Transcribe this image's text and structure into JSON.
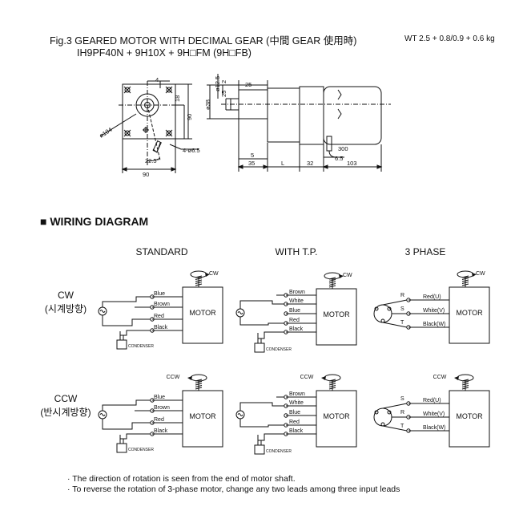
{
  "header": {
    "title": "Fig.3 GEARED MOTOR WITH DECIMAL GEAR (中間 GEAR 使用時)",
    "subtitle": "IH9PF40N + 9H10X + 9H□FM (9H□FB)",
    "weight": "WT 2.5 + 0.8/0.9 + 0.6 kg"
  },
  "drawing_dims": {
    "d4": "4",
    "d90v": "90",
    "d18": "18",
    "d104": "ø104",
    "d65": "4-ø6.5",
    "ang": "22.5°",
    "d90h": "90",
    "d125": "ø12.5",
    "d2": "2",
    "d25v": "25",
    "d25": "25",
    "d38": "ø38",
    "r300": "300",
    "d5": "5",
    "d65b": "6.5",
    "d35": "35",
    "dL": "L",
    "d32": "32",
    "d103": "103"
  },
  "wiring": {
    "section_title": "■ WIRING DIAGRAM",
    "columns": [
      "STANDARD",
      "WITH T.P.",
      "3 PHASE"
    ],
    "rows": [
      {
        "line1": "CW",
        "line2": "(시계방향)"
      },
      {
        "line1": "CCW",
        "line2": "(반시계방향)"
      }
    ],
    "motor_label": "MOTOR",
    "condenser_label": "CONDENSER",
    "cw_label": "CW",
    "ccw_label": "CCW",
    "standard_leads": [
      "Blue",
      "Brown",
      "Red",
      "Black"
    ],
    "tp_leads": [
      "Brown",
      "White",
      "Blue",
      "Red",
      "Black"
    ],
    "phase_leads": [
      "Red(U)",
      "White(V)",
      "Black(W)"
    ],
    "phase_cw_terms": [
      "R",
      "S",
      "T"
    ],
    "phase_ccw_terms": [
      "S",
      "R",
      "T"
    ]
  },
  "notes": [
    "· The direction of rotation is seen from the end of motor shaft.",
    "· To reverse the rotation of 3-phase motor, change any two leads among three input leads"
  ]
}
